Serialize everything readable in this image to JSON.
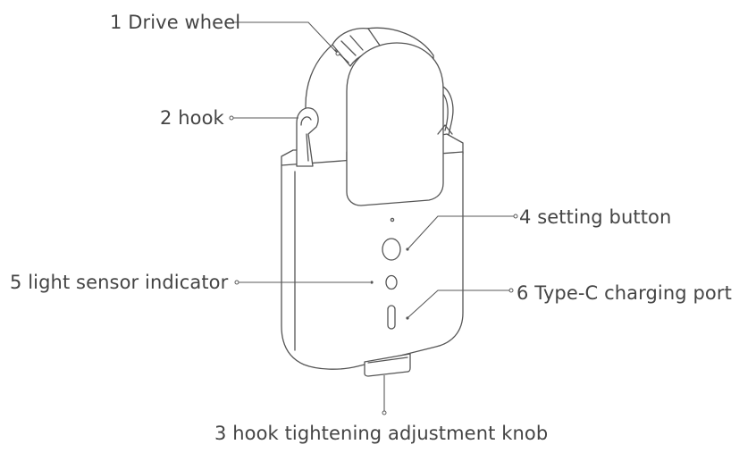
{
  "labels": {
    "drive_wheel": "1 Drive wheel",
    "hook": "2 hook",
    "knob": "3 hook tightening adjustment knob",
    "setting_button": "4 setting button",
    "light_sensor": "5 light sensor indicator",
    "charging_port": "6 Type-C charging port"
  },
  "colors": {
    "line": "#555555",
    "text": "#444444",
    "background": "#ffffff"
  }
}
